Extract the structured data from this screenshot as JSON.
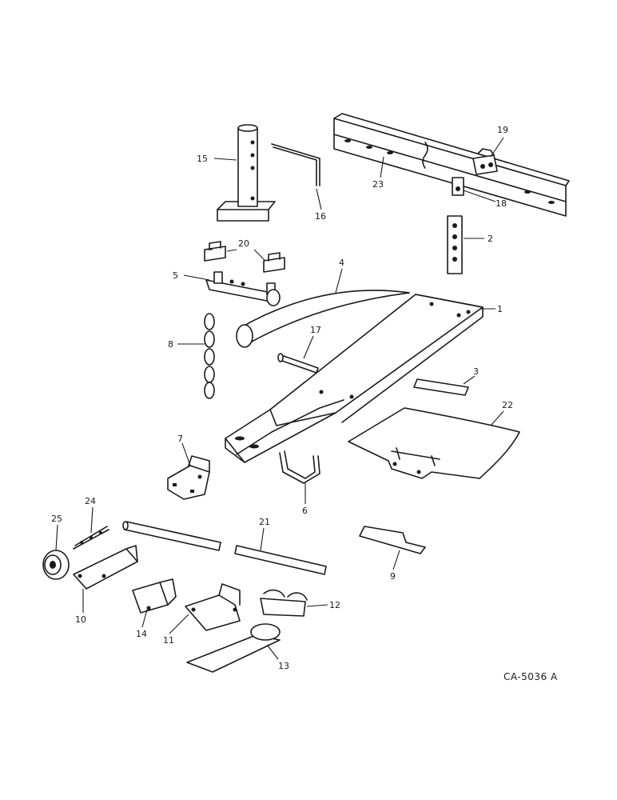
{
  "figure_code": "CA-5036 A",
  "callouts": [
    "1",
    "2",
    "3",
    "4",
    "5",
    "6",
    "7",
    "8",
    "9",
    "10",
    "11",
    "12",
    "13",
    "14",
    "15",
    "16",
    "17",
    "18",
    "19",
    "20",
    "21",
    "22",
    "23",
    "24",
    "25"
  ],
  "colors": {
    "ink": "#1a1a1a",
    "paper": "#ffffff"
  }
}
